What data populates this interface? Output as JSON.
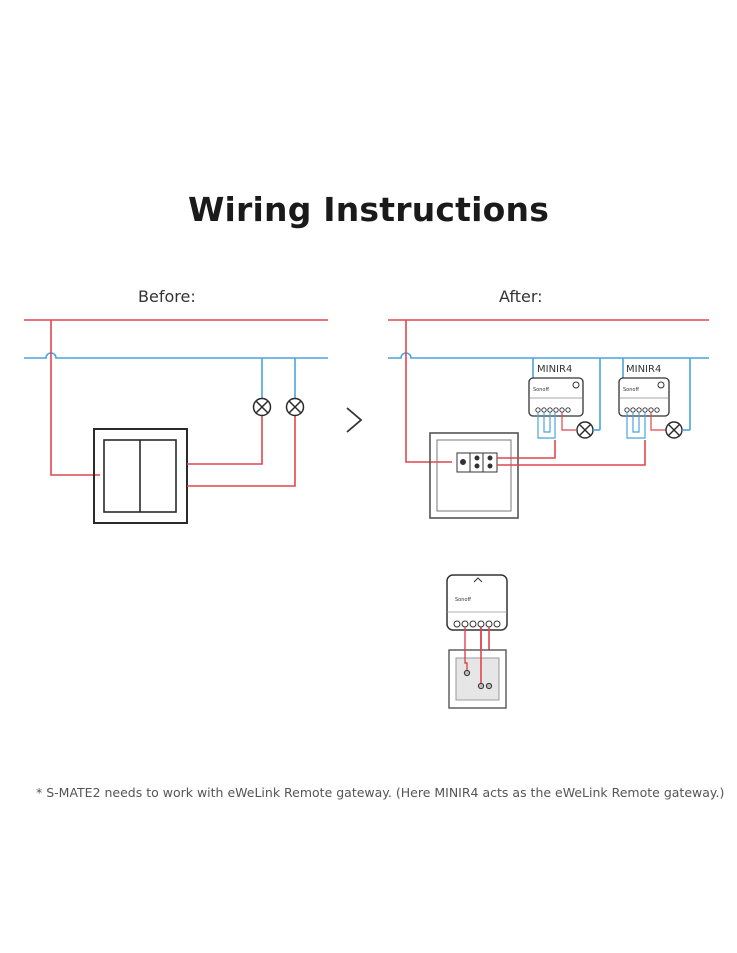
{
  "title": "Wiring Instructions",
  "before_label": "Before:",
  "after_label": "After:",
  "device_label_1": "MINIR4",
  "device_label_2": "MINIR4",
  "brand_text": "Sonoff",
  "footnote": "* S-MATE2 needs to work with eWeLink Remote gateway. (Here MINIR4 acts as the eWeLink Remote gateway.)",
  "colors": {
    "live_wire": "#e0464f",
    "neutral_wire": "#4aa3dc",
    "outline": "#2a2a2a"
  }
}
